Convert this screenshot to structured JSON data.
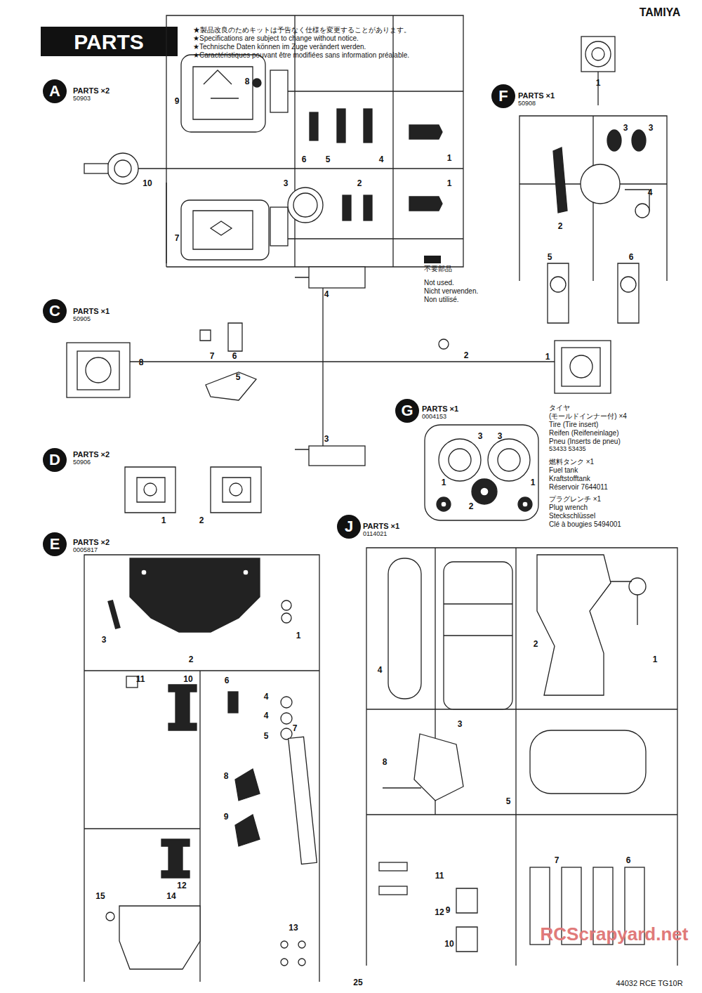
{
  "diagram": {
    "title": "PARTS",
    "labels": [
      "TAMIYA",
      "★製品改良のためキットは予告なく仕様を変更することがあります。",
      "★Specifications are subject to change without notice.",
      "★Technische Daten können im Zuge verändert werden.",
      "★Caractéristiques pouvant être modifiées sans information préalable.",
      "A",
      "PARTS ×2",
      "50903",
      "F",
      "PARTS ×1",
      "50908",
      "C",
      "PARTS ×1",
      "50905",
      "D",
      "PARTS ×2",
      "50906",
      "G",
      "PARTS ×1",
      "0004153",
      "E",
      "PARTS ×2",
      "0005817",
      "J",
      "PARTS ×1",
      "0114021",
      "Not used.",
      "Nicht verwenden.",
      "Non utilisé.",
      "タイヤ",
      "(モールドインナー付) ×4",
      "Tire (Tire insert)",
      "Reifen (Reifeneinlage)",
      "Pneu (Inserts de pneu)",
      "53433 53435",
      "燃料タンク ×1",
      "Fuel tank",
      "Kraftstofftank",
      "Réservoir 7644011",
      "プラグレンチ ×1",
      "Plug wrench",
      "Steckschlüssel",
      "Clé à bougies 5494001",
      "8",
      "9",
      "10",
      "7",
      "3",
      "6",
      "5",
      "2",
      "4",
      "1",
      "1",
      "1",
      "3",
      "3",
      "4",
      "2",
      "5",
      "6",
      "8",
      "7",
      "6",
      "5",
      "4",
      "2",
      "1",
      "3",
      "1",
      "2",
      "3",
      "3",
      "1",
      "1",
      "2",
      "3",
      "2",
      "1",
      "11",
      "10",
      "6",
      "4",
      "4",
      "5",
      "7",
      "8",
      "9",
      "12",
      "15",
      "14",
      "13",
      "4",
      "2",
      "1",
      "3",
      "8",
      "5",
      "11",
      "9",
      "12",
      "10",
      "7",
      "6",
      "25",
      "44032 RCE TG10R",
      "RCScrapyard.net"
    ],
    "legend": [
      {
        "text": "不要部品",
        "color": "#1a1a1a"
      }
    ]
  }
}
